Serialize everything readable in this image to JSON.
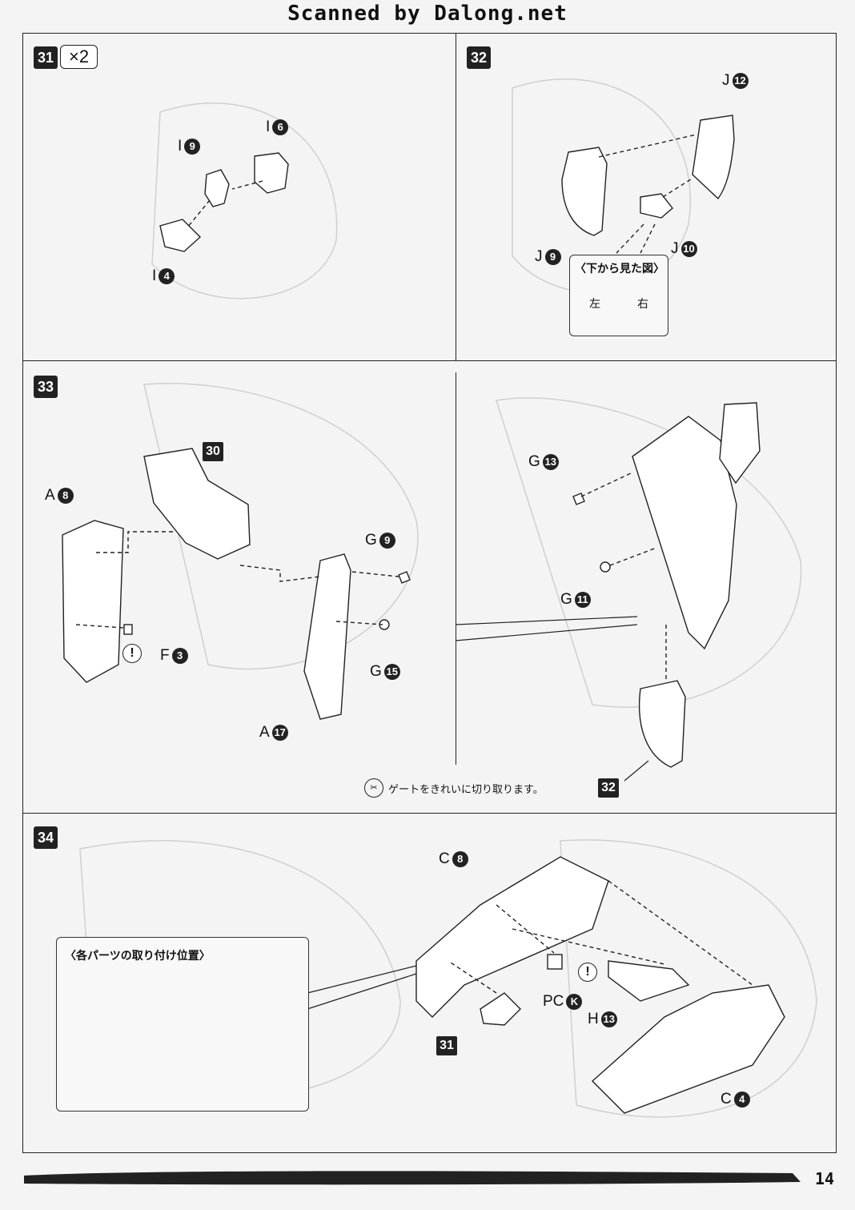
{
  "header": {
    "title": "Scanned by Dalong.net"
  },
  "page_number": "14",
  "steps": {
    "s31": {
      "number": "31",
      "multiplier": "×2",
      "parts": [
        {
          "letter": "I",
          "num": "6"
        },
        {
          "letter": "I",
          "num": "9"
        },
        {
          "letter": "I",
          "num": "4"
        }
      ]
    },
    "s32": {
      "number": "32",
      "parts": [
        {
          "letter": "J",
          "num": "12"
        },
        {
          "letter": "J",
          "num": "9"
        },
        {
          "letter": "J",
          "num": "10"
        }
      ],
      "inset": {
        "title": "〈下から見た図〉",
        "left": "左",
        "right": "右"
      }
    },
    "s33": {
      "number": "33",
      "ref_step": "30",
      "ref_step_2": "32",
      "parts": [
        {
          "letter": "A",
          "num": "8"
        },
        {
          "letter": "F",
          "num": "3"
        },
        {
          "letter": "G",
          "num": "9"
        },
        {
          "letter": "G",
          "num": "15"
        },
        {
          "letter": "A",
          "num": "17"
        },
        {
          "letter": "G",
          "num": "13"
        },
        {
          "letter": "G",
          "num": "11"
        }
      ],
      "note": "ゲートをきれいに切り取ります。"
    },
    "s34": {
      "number": "34",
      "ref_step": "31",
      "parts": [
        {
          "letter": "C",
          "num": "8"
        },
        {
          "letter": "PC",
          "num": "K"
        },
        {
          "letter": "H",
          "num": "13"
        },
        {
          "letter": "C",
          "num": "4"
        }
      ],
      "inset": {
        "title": "〈各パーツの取り付け位置〉"
      }
    }
  }
}
